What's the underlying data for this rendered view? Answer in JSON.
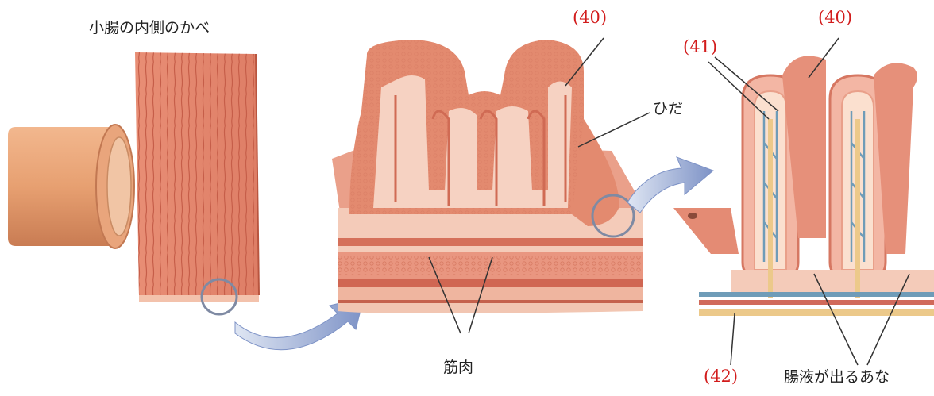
{
  "labels": {
    "title": "小腸の内側のかべ",
    "fold": "ひだ",
    "muscle": "筋肉",
    "juice_holes": "腸液が出るあな"
  },
  "numbers": {
    "villus_mid": "(40)",
    "villus_right": "(40)",
    "capillary": "(41)",
    "lymph": "(42)"
  },
  "colors": {
    "number_red": "#d21c1c",
    "tissue": "#e48b74",
    "tissue_light": "#f6d2c2",
    "arrow": "#8a9dcc",
    "vessel_blue": "#6f9cb8",
    "vessel_yellow": "#ecc98a"
  }
}
